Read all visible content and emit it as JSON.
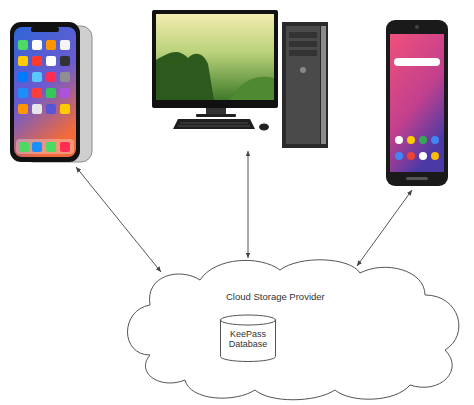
{
  "diagram": {
    "nodes": [
      {
        "text": [
          "Cloud Storage Provider"
        ]
      },
      {
        "text": [
          "KeePass Database"
        ],
        "in": 0
      }
    ]
  }
}
